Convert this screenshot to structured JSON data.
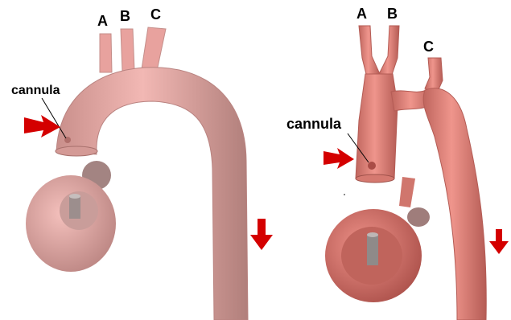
{
  "left_model": {
    "labels": {
      "a": "A",
      "b": "B",
      "c": "C",
      "cannula": "cannula"
    }
  },
  "right_model": {
    "labels": {
      "a": "A",
      "b": "B",
      "c": "C",
      "cannula": "cannula"
    }
  },
  "colors": {
    "left_vessel": "#eaa7a3",
    "left_vessel_dark": "#b98380",
    "right_vessel": "#e5857c",
    "right_vessel_dark": "#b45c55",
    "arrow": "#d40000"
  },
  "icons": [
    "inflow-arrow-icon",
    "outflow-arrow-icon"
  ]
}
